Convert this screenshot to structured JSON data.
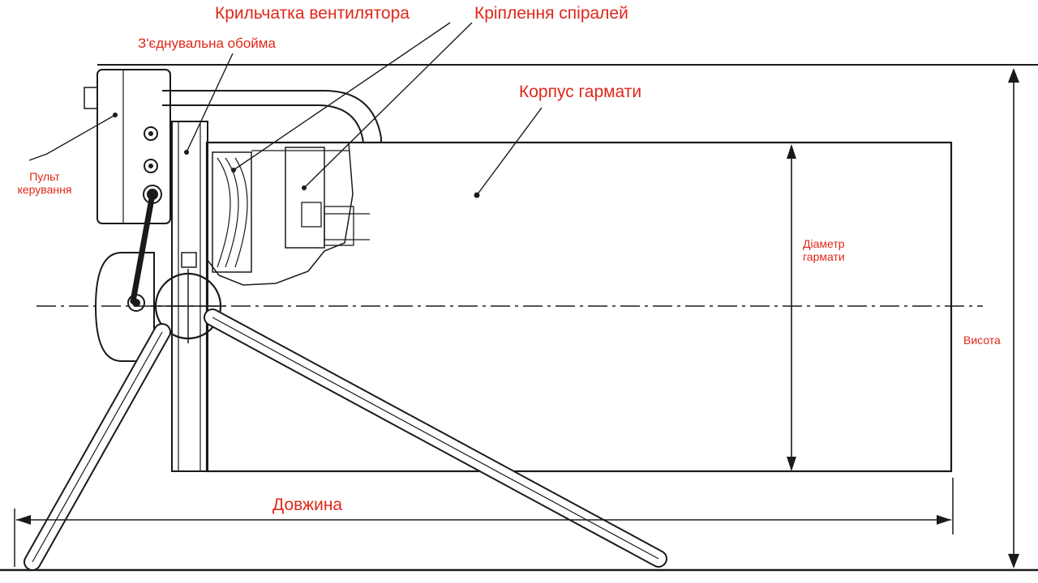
{
  "labels": {
    "fan_impeller": "Крильчатка вентилятора",
    "spiral_mount": "Кріплення спіралей",
    "connecting_ring": "З'єднувальна обойма",
    "cannon_body": "Корпус гармати",
    "control_panel_line1": "Пульт",
    "control_panel_line2": "керування",
    "cannon_diameter_line1": "Діаметр",
    "cannon_diameter_line2": "гармати",
    "height": "Висота",
    "length": "Довжина"
  },
  "colors": {
    "label": "#e0271a",
    "line": "#1a1a1a",
    "background": "#ffffff"
  }
}
